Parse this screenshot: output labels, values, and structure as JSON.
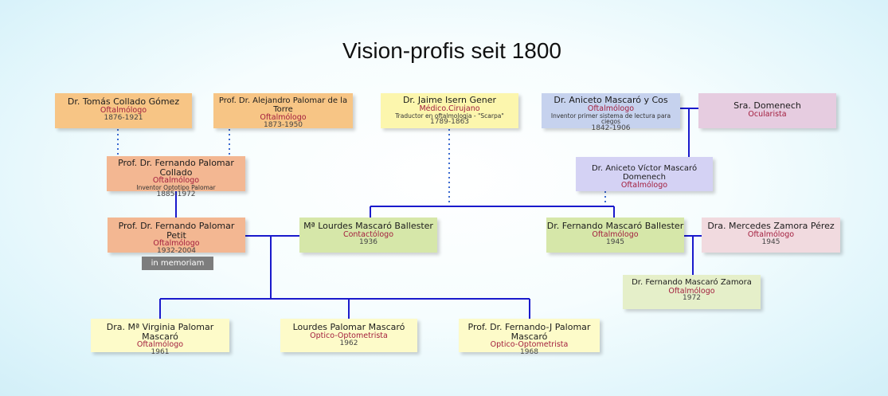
{
  "title": "Vision-profis seit 1800",
  "memoriam": "in memoriam",
  "people": {
    "tomas": {
      "name": "Dr. Tomás Collado Gómez",
      "profession": "Oftalmólogo",
      "years": "1876-1921"
    },
    "alejandro": {
      "name": "Prof. Dr. Alejandro Palomar de la Torre",
      "profession": "Oftalmólogo",
      "years": "1873-1950"
    },
    "jaime": {
      "name": "Dr. Jaime Isern Gener",
      "profession": "Médico.Cirujano",
      "note": "Traductor en oftalmologia - \"Scarpa\"",
      "years": "1789-1863"
    },
    "aniceto": {
      "name": "Dr. Aniceto Mascaró y Cos",
      "profession": "Oftalmólogo",
      "note": "Inventor primer sistema de lectura para ciegos",
      "years": "1842-1906"
    },
    "domenech": {
      "name": "Sra. Domenech",
      "profession": "Ocularista"
    },
    "fernando_collado": {
      "name": "Prof. Dr. Fernando Palomar Collado",
      "profession": "Oftalmólogo",
      "note": "Inventor Optotipo Palomar",
      "years": "1885-1972"
    },
    "aniceto_victor": {
      "name": "Dr. Aniceto Víctor Mascaró Domenech",
      "profession": "Oftalmólogo"
    },
    "fernando_petit": {
      "name": "Prof. Dr. Fernando Palomar Petit",
      "profession": "Oftalmólogo",
      "years": "1932-2004"
    },
    "lourdes_mascaro": {
      "name": "Mª Lourdes Mascaró Ballester",
      "profession": "Contactólogo",
      "years": "1936"
    },
    "fernando_ballester": {
      "name": "Dr. Fernando Mascaró Ballester",
      "profession": "Oftalmólogo",
      "years": "1945"
    },
    "mercedes": {
      "name": "Dra. Mercedes Zamora Pérez",
      "profession": "Oftalmólogo",
      "years": "1945"
    },
    "fernando_zamora": {
      "name": "Dr. Fernando Mascaró Zamora",
      "profession": "Oftalmólogo",
      "years": "1972"
    },
    "virginia": {
      "name": "Dra. Mª Virginia Palomar Mascaró",
      "profession": "Oftalmólogo",
      "years": "1961"
    },
    "lourdes_palomar": {
      "name": "Lourdes Palomar Mascaró",
      "profession": "Optico-Optometrista",
      "years": "1962"
    },
    "fernando_j": {
      "name": "Prof. Dr. Fernando-J Palomar Mascaró",
      "profession": "Optico-Optometrista",
      "years": "1968"
    }
  },
  "colors": {
    "connector": "#1a1acc",
    "dotted": "#3a6ad0",
    "profession": "#a21d3d"
  }
}
